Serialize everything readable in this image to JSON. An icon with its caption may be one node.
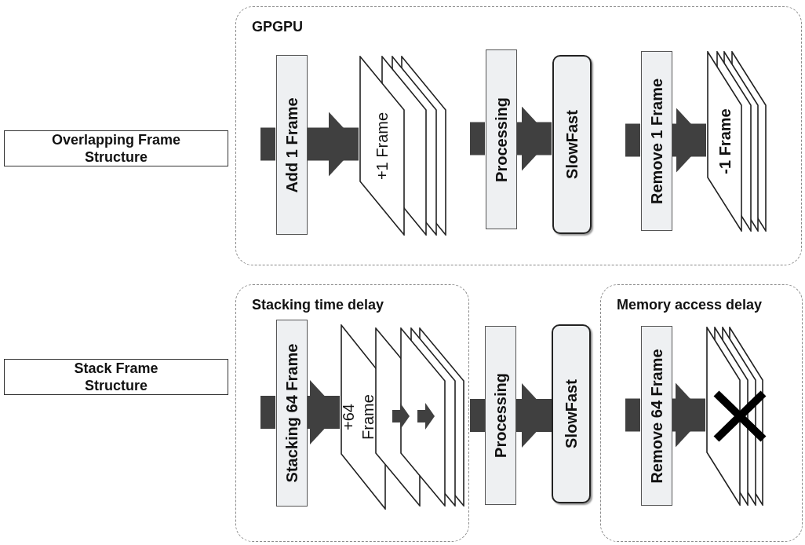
{
  "diagram": {
    "nodes": [
      {
        "text": [
          "Overlapping Frame Structure"
        ]
      },
      {
        "text": [
          "GPGPU"
        ]
      },
      {
        "text": [
          "Add 1 Frame"
        ],
        "in": 1
      },
      {
        "text": [
          "+1 Frame"
        ],
        "in": 1
      },
      {
        "text": [
          "Processing"
        ],
        "in": 1
      },
      {
        "text": [
          "SlowFast"
        ],
        "in": 1
      },
      {
        "text": [
          "Remove 1 Frame"
        ],
        "in": 1
      },
      {
        "text": [
          "-1 Frame"
        ],
        "in": 1
      },
      {
        "text": [
          "Stack Frame Structure"
        ]
      },
      {
        "text": [
          "Stacking time delay"
        ]
      },
      {
        "text": [
          "Stacking 64 Frame"
        ],
        "in": 9
      },
      {
        "text": [
          "+64 Frame"
        ],
        "in": 9
      },
      {
        "text": [],
        "shape": "parallelogram",
        "in": 9
      },
      {
        "text": [],
        "shape": "parallelogram",
        "in": 9
      },
      {
        "text": [
          "Processing"
        ]
      },
      {
        "text": [
          "SlowFast"
        ]
      },
      {
        "text": [
          "Memory access delay"
        ]
      },
      {
        "text": [
          "Remove 64 Frame"
        ],
        "in": 16
      },
      {
        "text": [],
        "shape": "parallelogram",
        "in": 16
      }
    ],
    "edges": [
      {
        "from": 2,
        "to": 3,
        "arrow": "to"
      },
      {
        "from": 4,
        "to": 5,
        "arrow": "to"
      },
      {
        "from": 6,
        "to": 7,
        "arrow": "to"
      },
      {
        "from": 10,
        "to": 11,
        "arrow": "to"
      },
      {
        "from": 11,
        "to": 12,
        "arrow": "to"
      },
      {
        "from": 12,
        "to": 13,
        "arrow": "to"
      },
      {
        "from": 14,
        "to": 15,
        "arrow": "to"
      },
      {
        "from": 17,
        "to": 18,
        "arrow": "to"
      }
    ]
  }
}
